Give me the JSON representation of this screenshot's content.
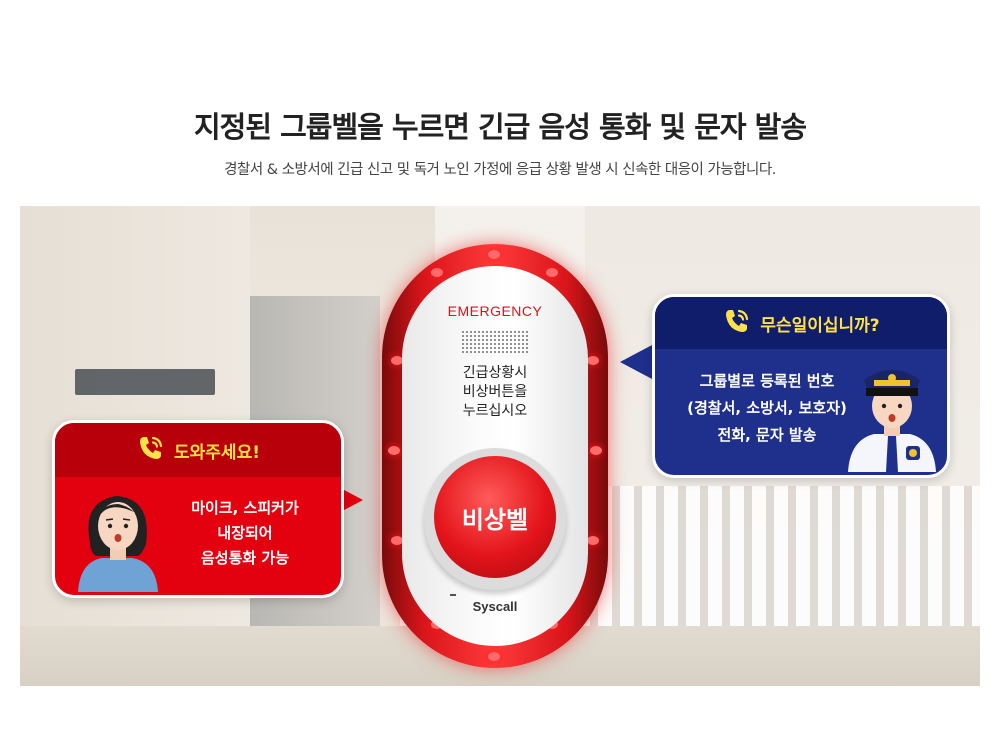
{
  "heading": "지정된 그룹벨을 누르면 긴급 음성 통화 및 문자 발송",
  "subheading": "경찰서 & 소방서에 긴급 신고 및 독거 노인 가정에 응급 상황 발생 시 신속한 대응이 가능합니다.",
  "device": {
    "emergency_label": "EMERGENCY",
    "instruction_line1": "긴급상황시",
    "instruction_line2": "비상버튼을",
    "instruction_line3": "누르십시오",
    "button_label": "비상벨",
    "brand": "Syscall"
  },
  "left_bubble": {
    "title": "도와주세요!",
    "line1": "마이크, 스피커가",
    "line2": "내장되어",
    "line3": "음성통화 가능"
  },
  "right_bubble": {
    "title": "무슨일이십니까?",
    "line1": "그룹별로 등록된 번호",
    "line2": "(경찰서, 소방서, 보호자)",
    "line3": "전화, 문자 발송"
  },
  "colors": {
    "accent_red": "#e3000f",
    "dark_red": "#b8000b",
    "navy": "#1f2f8c",
    "dark_navy": "#0f1d6b",
    "highlight_yellow": "#ffe14a"
  },
  "icons": [
    "phone-call-icon",
    "speaker-grille-icon"
  ]
}
